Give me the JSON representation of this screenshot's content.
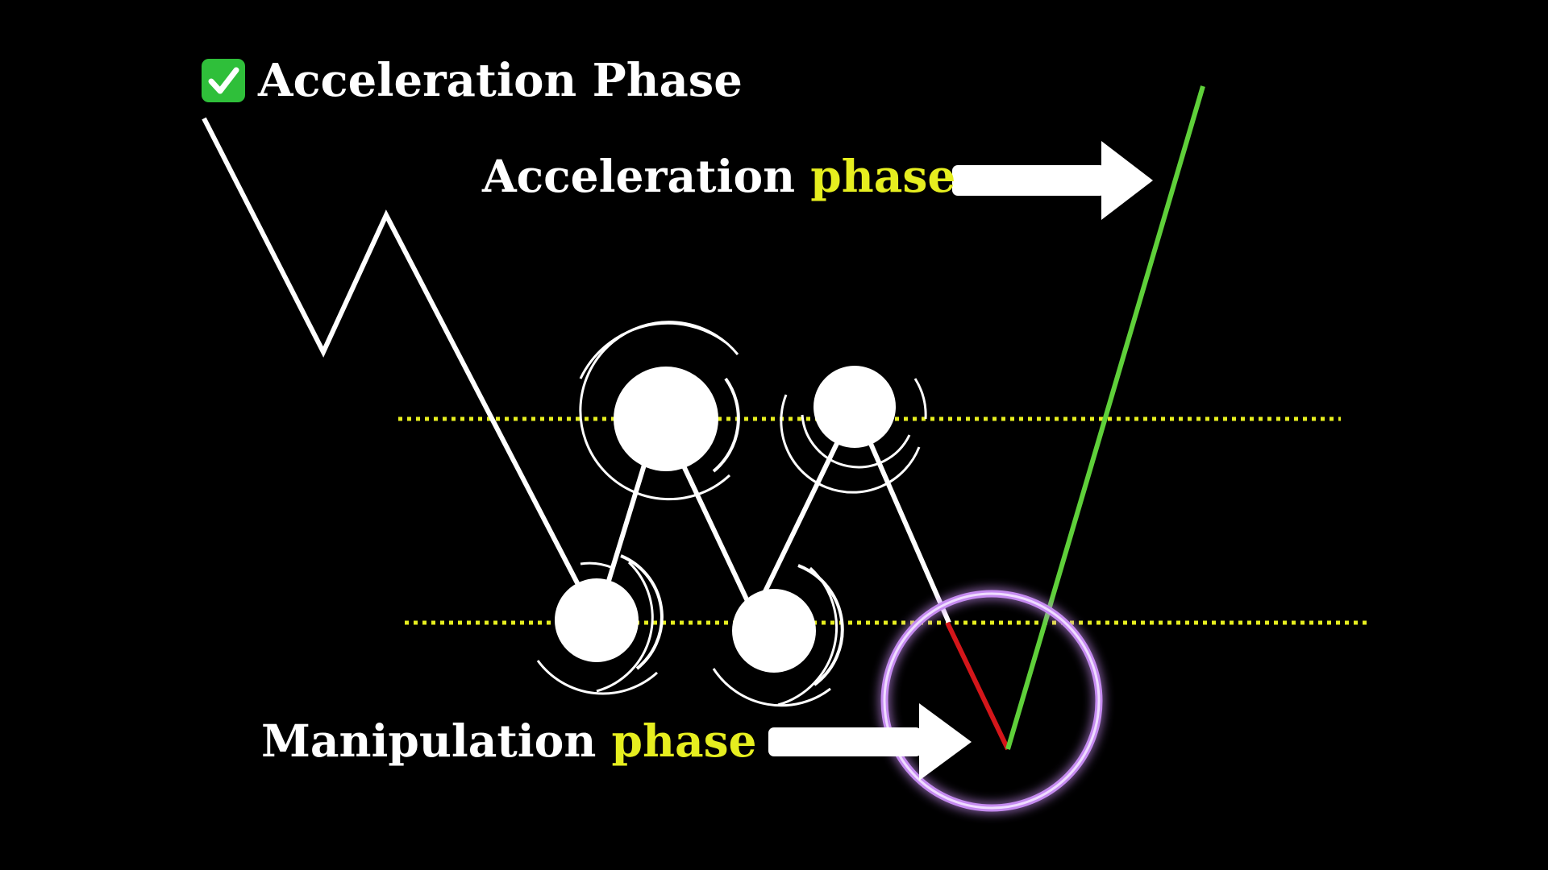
{
  "header": {
    "check_icon": "check-mark-icon",
    "title": "Acceleration Phase"
  },
  "annotations": {
    "acceleration": {
      "word": "Acceleration",
      "highlight": "phase"
    },
    "manipulation": {
      "word": "Manipulation",
      "highlight": "phase"
    }
  },
  "colors": {
    "background": "#000000",
    "line": "#ffffff",
    "highlight": "#e6ee1f",
    "level_line": "#e6ee1f",
    "sweep": "#d4161a",
    "breakout": "#5fd03a",
    "glow_ring": "#c58bf0",
    "check": "#2fbf3a"
  }
}
